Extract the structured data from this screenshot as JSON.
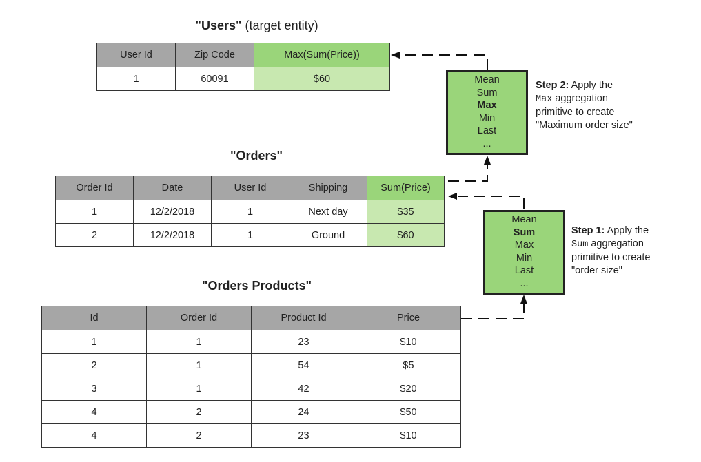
{
  "users": {
    "title_name": "\"Users\"",
    "title_suffix": " (target entity)",
    "headers": [
      "User Id",
      "Zip Code",
      "Max(Sum(Price))"
    ],
    "rows": [
      [
        "1",
        "60091",
        "$60"
      ]
    ]
  },
  "orders": {
    "title": "\"Orders\"",
    "headers": [
      "Order Id",
      "Date",
      "User Id",
      "Shipping",
      "Sum(Price)"
    ],
    "rows": [
      [
        "1",
        "12/2/2018",
        "1",
        "Next day",
        "$35"
      ],
      [
        "2",
        "12/2/2018",
        "1",
        "Ground",
        "$60"
      ]
    ]
  },
  "orders_products": {
    "title": "\"Orders Products\"",
    "headers": [
      "Id",
      "Order Id",
      "Product Id",
      "Price"
    ],
    "rows": [
      [
        "1",
        "1",
        "23",
        "$10"
      ],
      [
        "2",
        "1",
        "54",
        "$5"
      ],
      [
        "3",
        "1",
        "42",
        "$20"
      ],
      [
        "4",
        "2",
        "24",
        "$50"
      ],
      [
        "4",
        "2",
        "23",
        "$10"
      ]
    ]
  },
  "primitives_step2": {
    "items": [
      "Mean",
      "Sum",
      "Max",
      "Min",
      "Last",
      "..."
    ],
    "selected": "Max"
  },
  "primitives_step1": {
    "items": [
      "Mean",
      "Sum",
      "Max",
      "Min",
      "Last",
      "..."
    ],
    "selected": "Sum"
  },
  "step2": {
    "label": "Step 2:",
    "text1": " Apply the",
    "code": "Max",
    "text2": " aggregation",
    "line3": "primitive to create",
    "line4": "\"Maximum order size\""
  },
  "step1": {
    "label": "Step 1:",
    "text1": " Apply the",
    "code": "Sum",
    "text2": " aggregation",
    "line3": "primitive to create",
    "line4": "\"order size\""
  },
  "colors": {
    "header_gray": "#a6a6a6",
    "feature_header_green": "#9ad57a",
    "feature_cell_green": "#c8e8b0",
    "primitive_box_green": "#9ad57a"
  }
}
